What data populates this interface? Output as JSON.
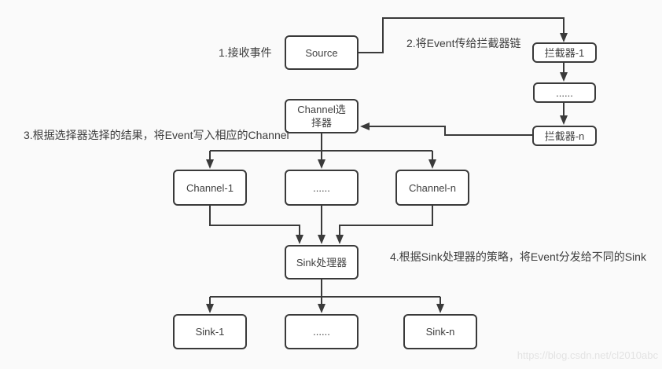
{
  "diagram": {
    "title": "Flume事件流转流程图",
    "colors": {
      "background": "#fafafa",
      "node_fill": "#ffffff",
      "line_and_border": "#3a3a3a",
      "text": "#404040",
      "watermark": "#e3e3e3"
    },
    "nodes": {
      "source": "Source",
      "interceptor1": "拦截器-1",
      "interceptorDots": "......",
      "interceptorN": "拦截器-n",
      "channelSelector": "Channel选\n择器",
      "channel1": "Channel-1",
      "channelDots": "......",
      "channelN": "Channel-n",
      "sinkProcessor": "Sink处理器",
      "sink1": "Sink-1",
      "sinkDots": "......",
      "sinkN": "Sink-n"
    },
    "annotations": {
      "step1": "1.接收事件",
      "step2": "2.将Event传给拦截器链",
      "step3": "3.根据选择器选择的结果，将Event写入相应的Channel",
      "step4": "4.根据Sink处理器的策略，将Event分发给不同的Sink"
    },
    "watermark": "https://blog.csdn.net/cl2010abc"
  }
}
